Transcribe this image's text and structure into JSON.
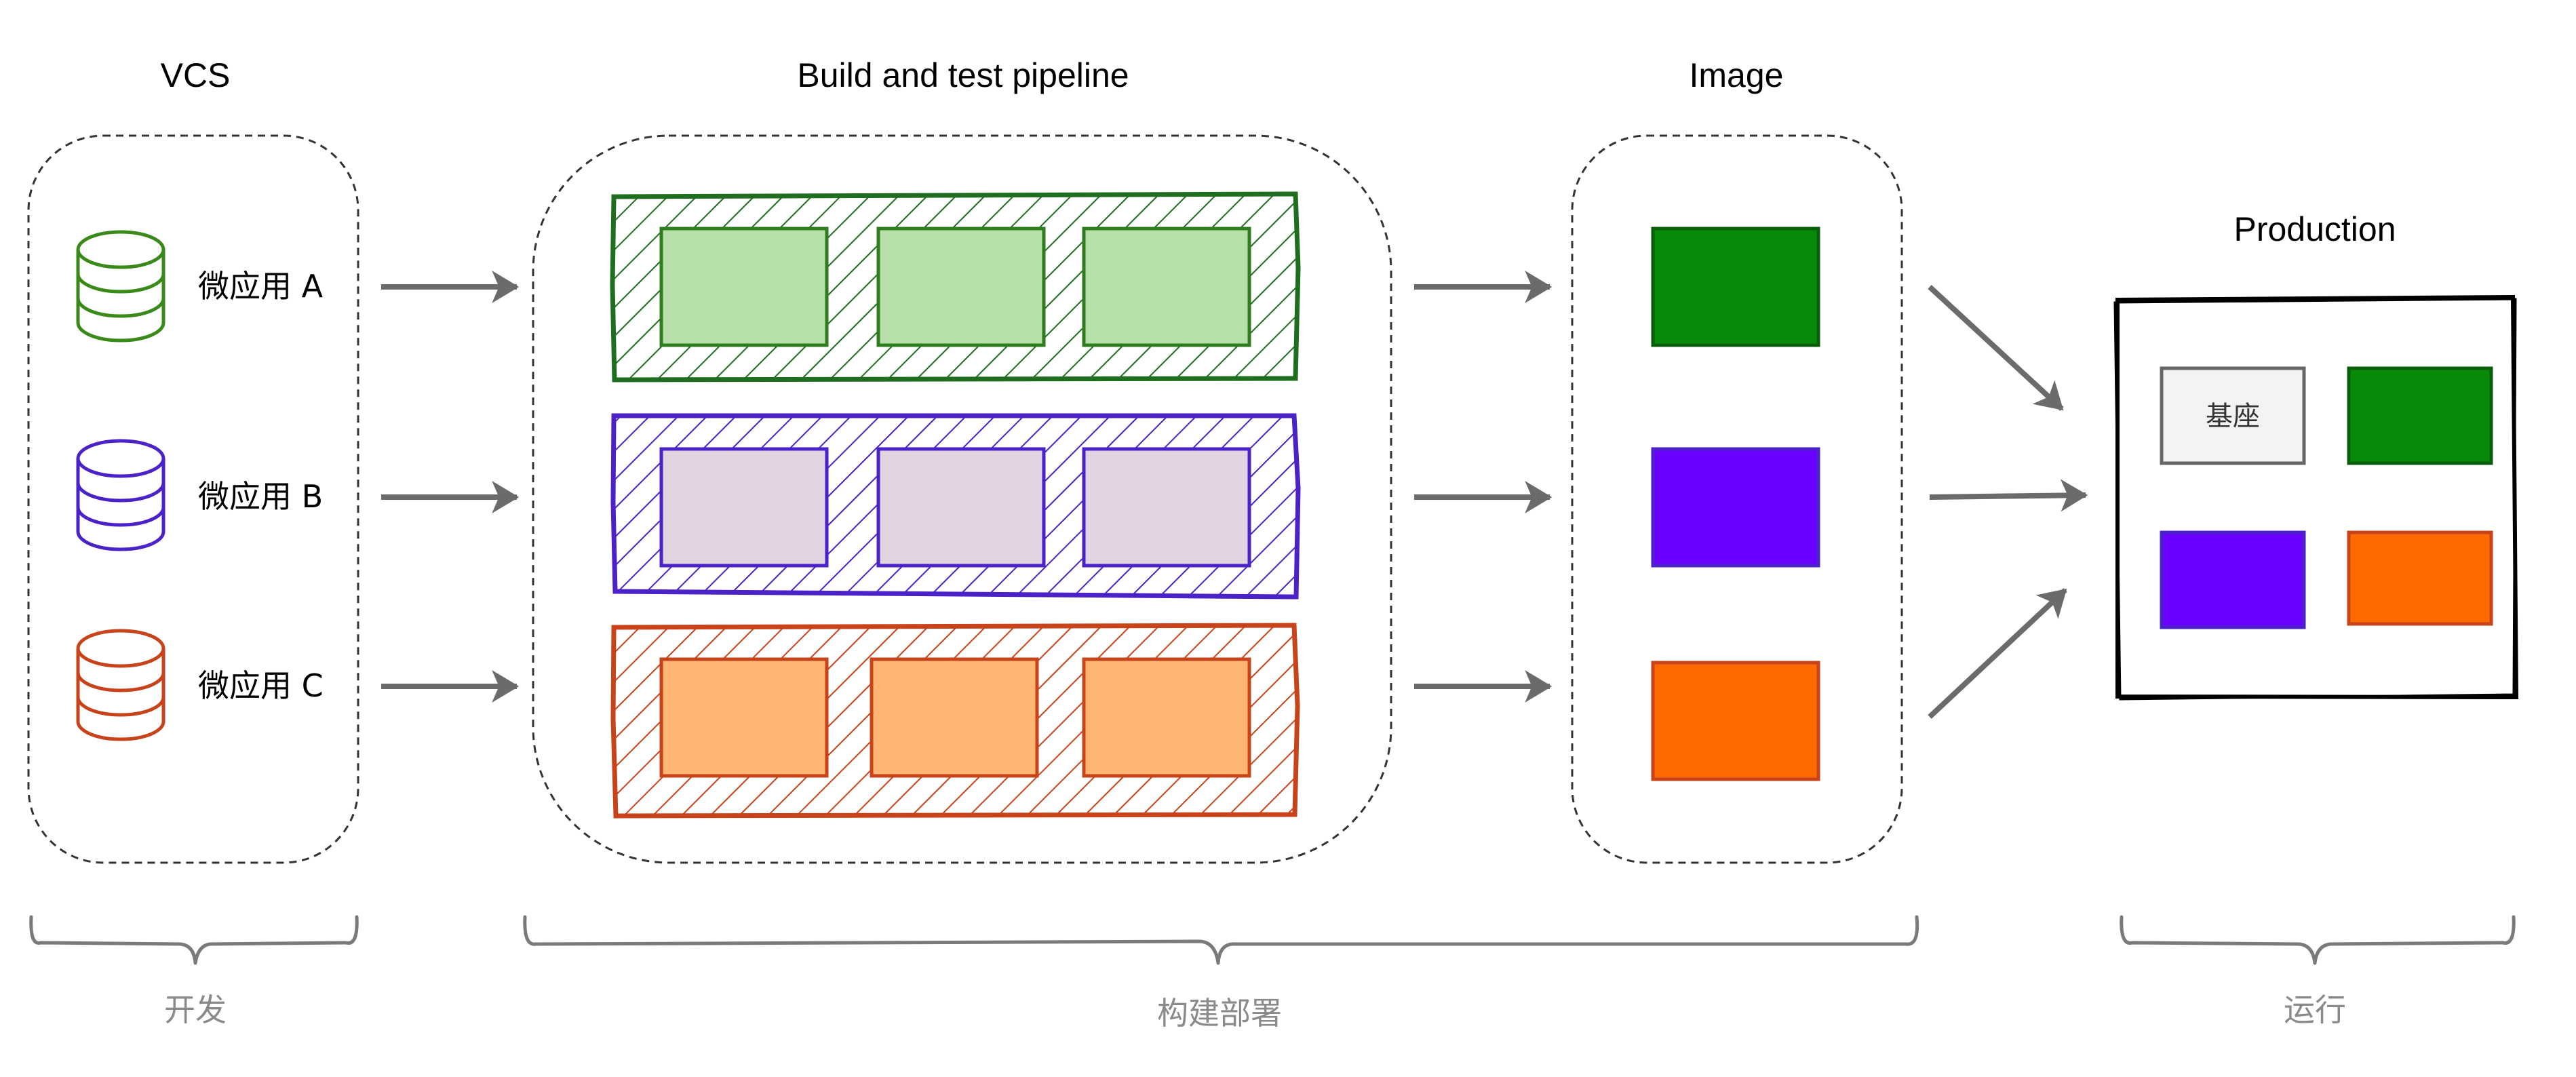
{
  "titles": {
    "vcs": "VCS",
    "pipeline": "Build and test pipeline",
    "image": "Image",
    "production": "Production"
  },
  "repos": [
    {
      "label": "微应用 A",
      "color": "#3a8a1a"
    },
    {
      "label": "微应用 B",
      "color": "#4a22c8"
    },
    {
      "label": "微应用 C",
      "color": "#c8431a"
    }
  ],
  "pipelines": [
    {
      "stroke": "#1f6d1f",
      "hatch": "#1f6d1f",
      "box_fill": "#b7e0a8",
      "box_stroke": "#2f7d1f"
    },
    {
      "stroke": "#4a22c8",
      "hatch": "#4a22c8",
      "box_fill": "#e2d3e2",
      "box_stroke": "#4a22c8"
    },
    {
      "stroke": "#c8431a",
      "hatch": "#c8431a",
      "box_fill": "#ffb574",
      "box_stroke": "#c8431a"
    }
  ],
  "images": [
    {
      "fill": "#078a07",
      "stroke": "#0b5e0b"
    },
    {
      "fill": "#6a00ff",
      "stroke": "#4a22c8"
    },
    {
      "fill": "#ff6a00",
      "stroke": "#c8431a"
    }
  ],
  "production": {
    "base_label": "基座",
    "base_fill": "#f3f3f3",
    "base_stroke": "#666666"
  },
  "phases": {
    "dev": "开发",
    "build_deploy": "构建部署",
    "run": "运行"
  }
}
